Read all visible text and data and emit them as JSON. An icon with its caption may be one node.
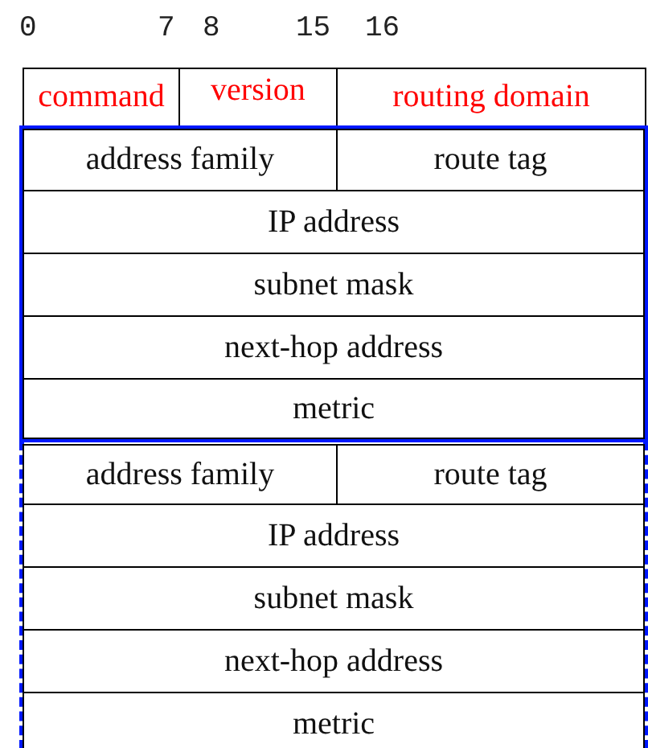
{
  "diagram": {
    "nodes": [
      {
        "text": [
          "command"
        ]
      },
      {
        "text": [
          "version"
        ]
      },
      {
        "text": [
          "routing domain"
        ]
      },
      {
        "text": [],
        "shape": "box"
      },
      {
        "text": [
          "address family"
        ],
        "in": 3
      },
      {
        "text": [
          "route tag"
        ],
        "in": 3
      },
      {
        "text": [
          "IP address"
        ],
        "in": 3
      },
      {
        "text": [
          "subnet mask"
        ],
        "in": 3
      },
      {
        "text": [
          "next-hop address"
        ],
        "in": 3
      },
      {
        "text": [
          "metric"
        ],
        "in": 3
      },
      {
        "text": [],
        "shape": "box"
      },
      {
        "text": [
          "address family"
        ],
        "in": 10
      },
      {
        "text": [
          "route tag"
        ],
        "in": 10
      },
      {
        "text": [
          "IP address"
        ],
        "in": 10
      },
      {
        "text": [
          "subnet mask"
        ],
        "in": 10
      },
      {
        "text": [
          "next-hop address"
        ],
        "in": 10
      },
      {
        "text": [
          "metric"
        ],
        "in": 10
      }
    ],
    "labels": [
      "0",
      "7",
      "8",
      "15",
      "16"
    ]
  }
}
